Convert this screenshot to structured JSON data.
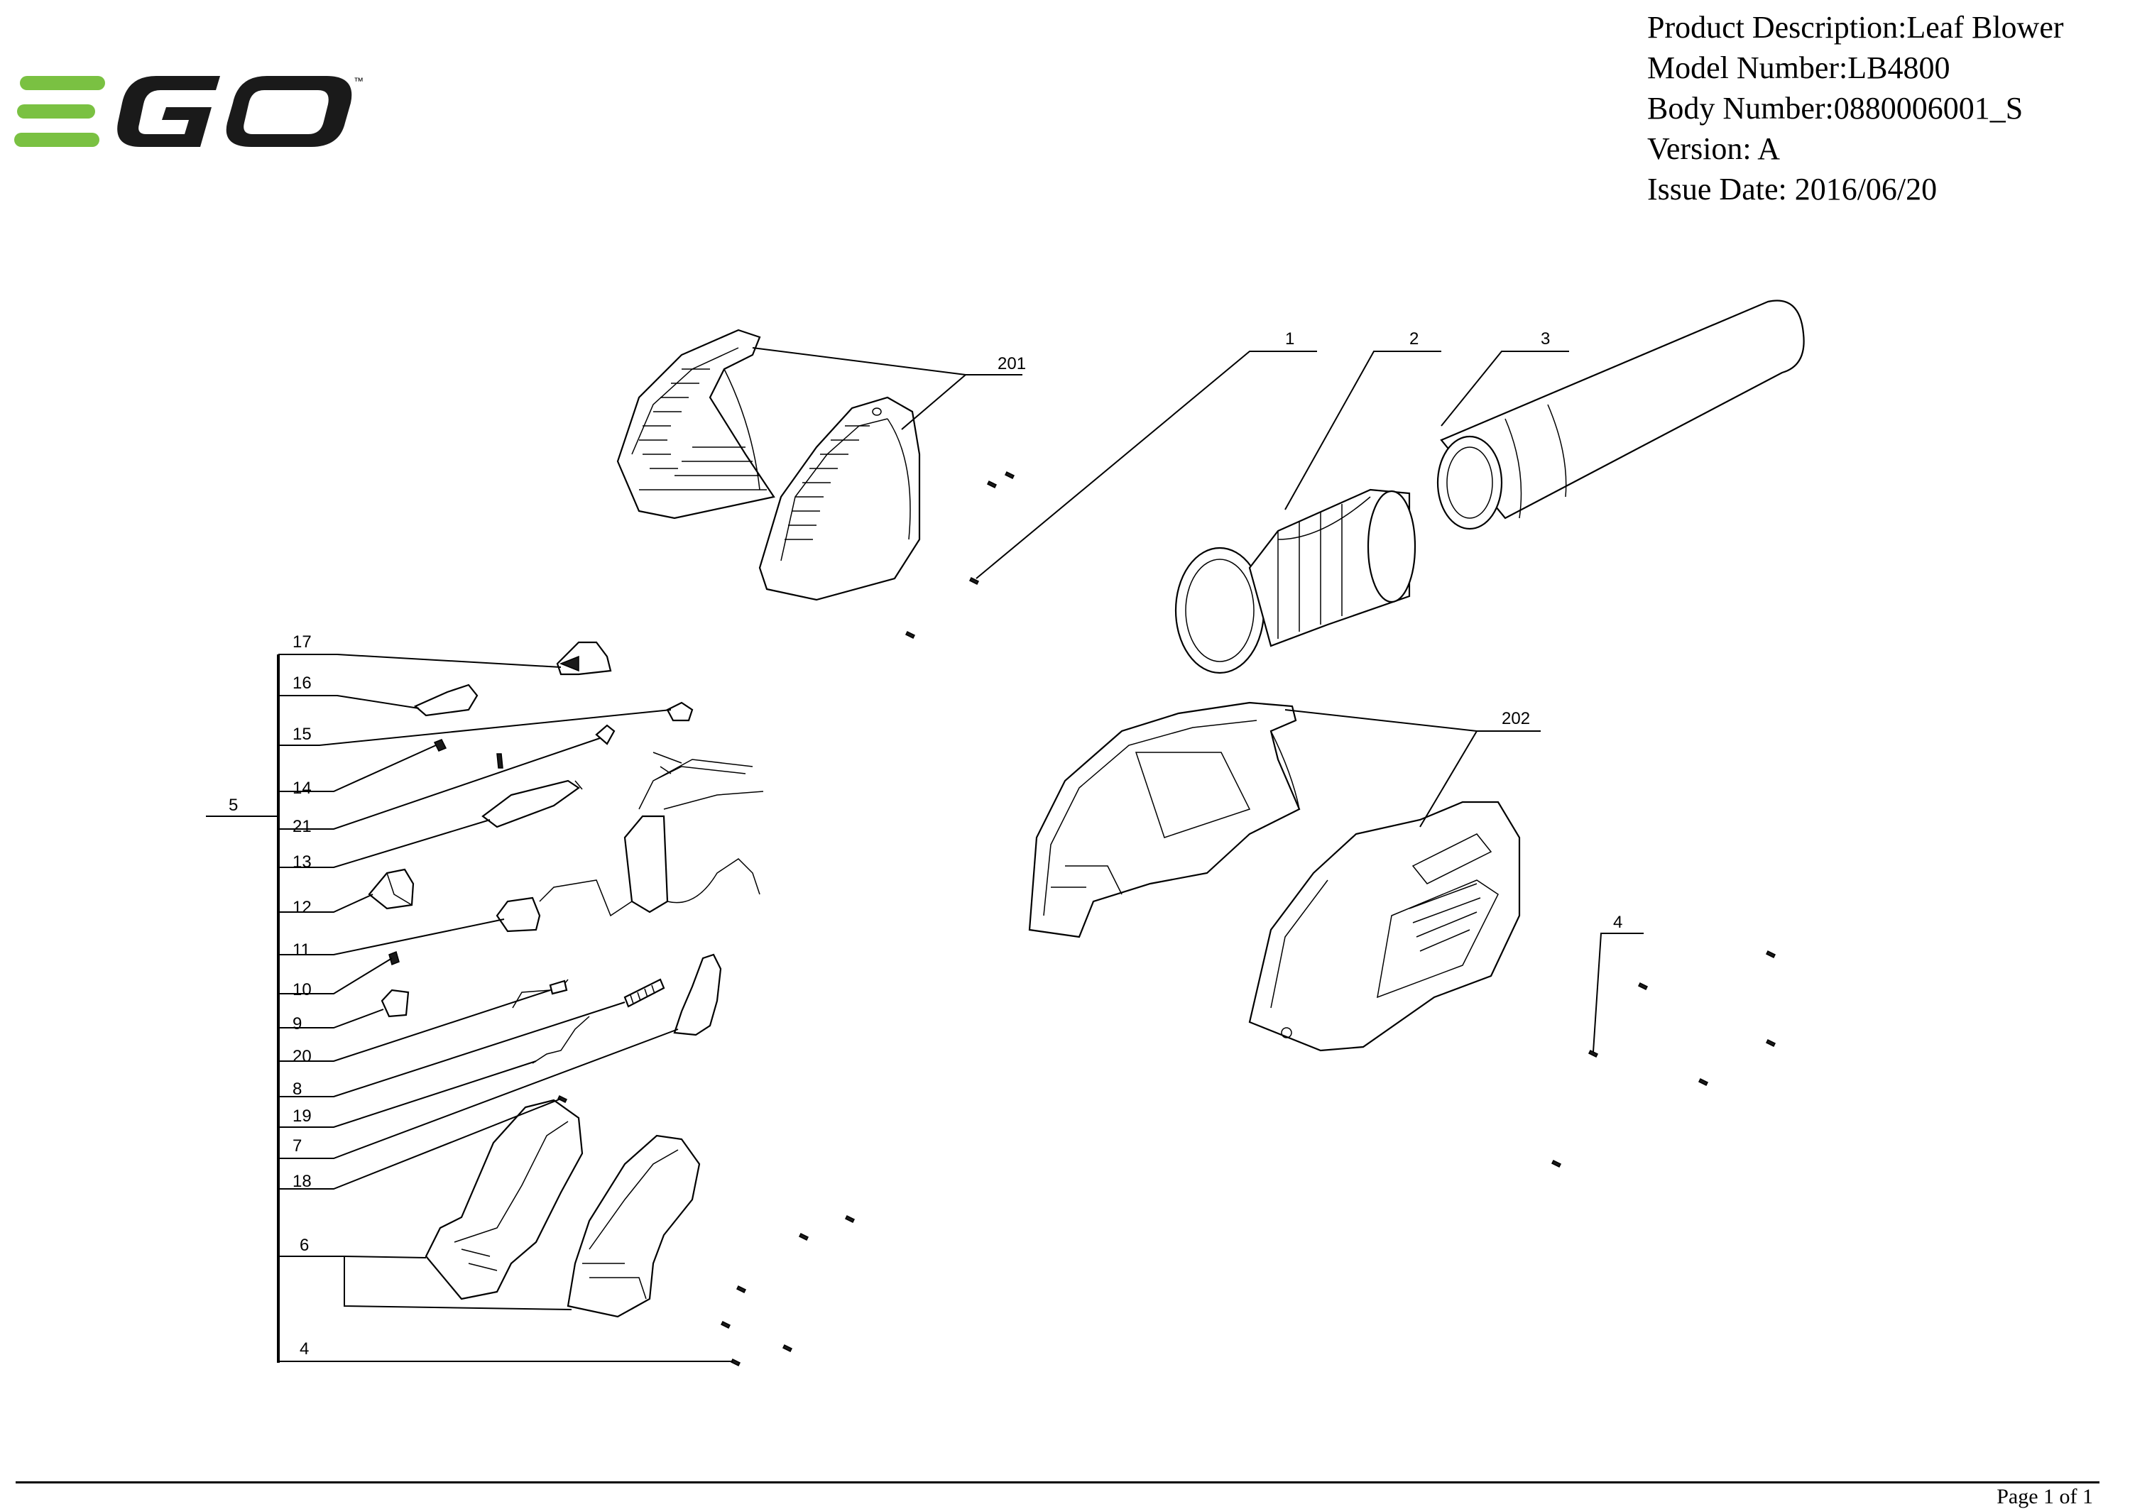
{
  "brand": {
    "logo_text": "EGO",
    "trademark": "™",
    "logo_color": "#7ac142",
    "logo_dark": "#1a1a1a"
  },
  "header": {
    "product_description": "Product Description:Leaf Blower",
    "model_number": "Model Number:LB4800",
    "body_number": "Body Number:0880006001_S",
    "version": "Version: A",
    "issue_date": "Issue Date: 2016/06/20"
  },
  "callouts": {
    "c1": "1",
    "c2": "2",
    "c3": "3",
    "c4a": "4",
    "c4b": "4",
    "c5": "5",
    "c6": "6",
    "c7": "7",
    "c8": "8",
    "c9": "9",
    "c10": "10",
    "c11": "11",
    "c12": "12",
    "c13": "13",
    "c14": "14",
    "c15": "15",
    "c16": "16",
    "c17": "17",
    "c18": "18",
    "c19": "19",
    "c20": "20",
    "c21": "21",
    "c201": "201",
    "c202": "202"
  },
  "footer": {
    "page": "Page 1 of 1"
  }
}
